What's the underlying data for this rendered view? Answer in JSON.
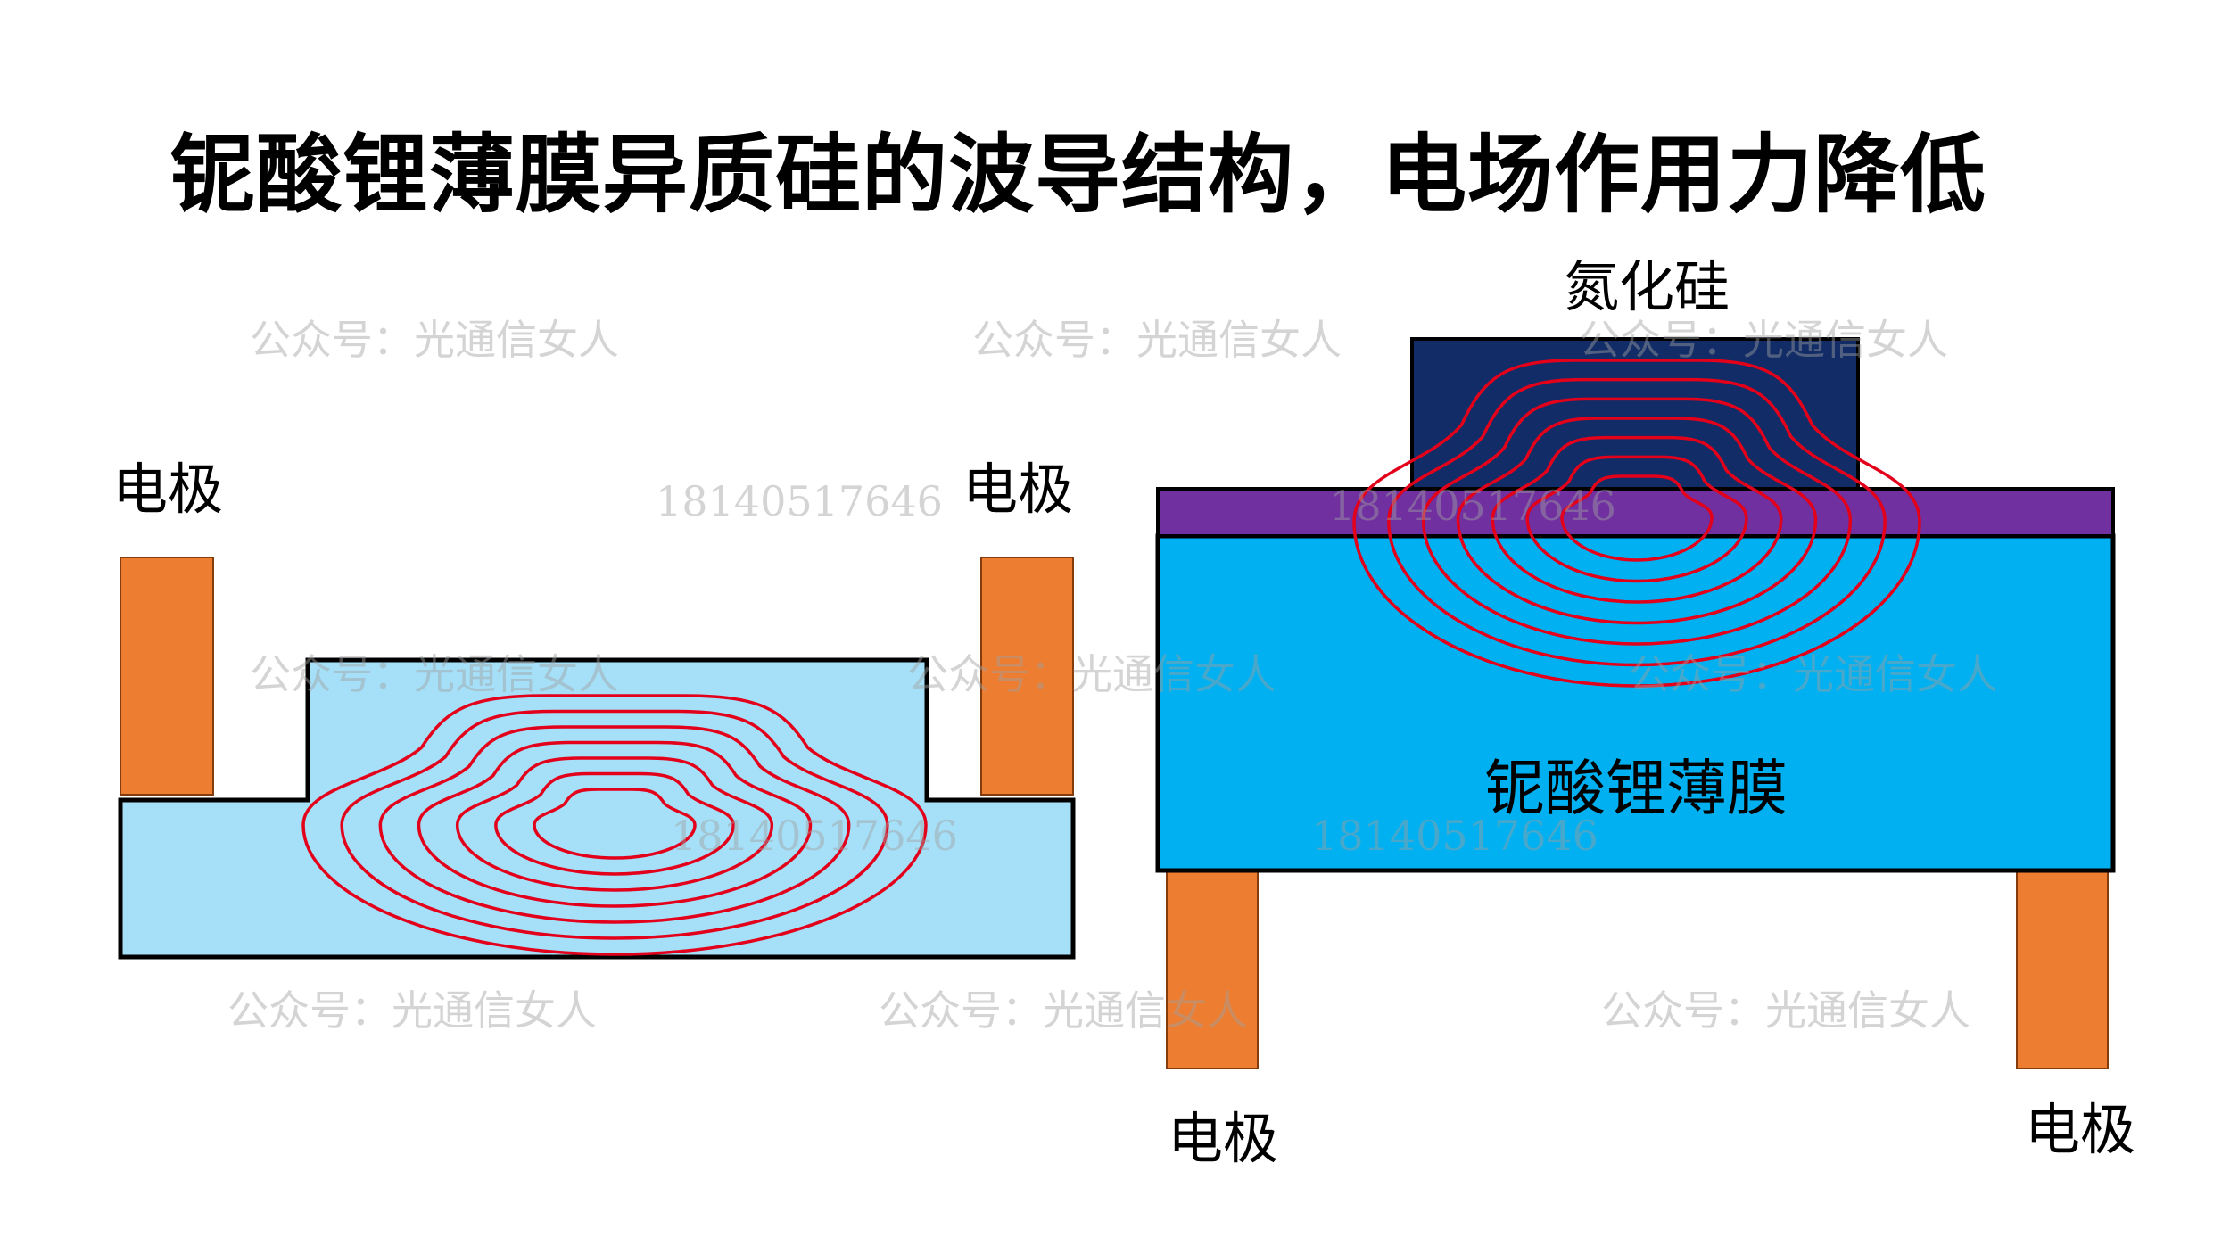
{
  "title": "铌酸锂薄膜异质硅的波导结构，电场作用力降低",
  "left_diagram": {
    "electrode_left_label": "电极",
    "electrode_right_label": "电极"
  },
  "right_diagram": {
    "top_label": "氮化硅",
    "film_label": "铌酸锂薄膜",
    "electrode_left_label": "电极",
    "electrode_right_label": "电极"
  },
  "watermarks": {
    "account": "公众号：光通信女人",
    "phone": "18140517646"
  },
  "colors": {
    "electrode": "#ED7D31",
    "ridge_waveguide": "#A6E0F8",
    "silicon_nitride": "#112C66",
    "purple_layer": "#7030A0",
    "lithium_niobate": "#00B0F0",
    "mode_contour": "#E3001B"
  }
}
